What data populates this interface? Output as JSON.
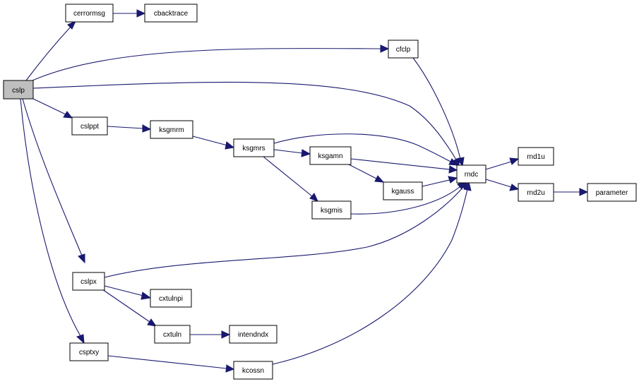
{
  "colors": {
    "edge": "#191970",
    "node_border": "#000000",
    "root_fill": "#bfbfbf",
    "node_fill": "#ffffff"
  },
  "nodes": {
    "cslp": "cslp",
    "cerrormsg": "cerrormsg",
    "cbacktrace": "cbacktrace",
    "cfclp": "cfclp",
    "cslppt": "cslppt",
    "ksgmrm": "ksgmrm",
    "ksgmrs": "ksgmrs",
    "ksgamn": "ksgamn",
    "kgauss": "kgauss",
    "ksgmis": "ksgmis",
    "rndc": "rndc",
    "rnd1u": "rnd1u",
    "rnd2u": "rnd2u",
    "parameter": "parameter",
    "cslpx": "cslpx",
    "cxtulnpi": "cxtulnpi",
    "cxtuln": "cxtuln",
    "intendndx": "intendndx",
    "csptxy": "csptxy",
    "kcossn": "kcossn"
  },
  "edges": [
    [
      "cslp",
      "cerrormsg"
    ],
    [
      "cerrormsg",
      "cbacktrace"
    ],
    [
      "cslp",
      "cfclp"
    ],
    [
      "cslp",
      "rndc"
    ],
    [
      "cslp",
      "cslppt"
    ],
    [
      "cslp",
      "cslpx"
    ],
    [
      "cslp",
      "csptxy"
    ],
    [
      "cfclp",
      "rndc"
    ],
    [
      "cslppt",
      "ksgmrm"
    ],
    [
      "ksgmrm",
      "ksgmrs"
    ],
    [
      "ksgmrs",
      "rndc"
    ],
    [
      "ksgmrs",
      "ksgamn"
    ],
    [
      "ksgmrs",
      "ksgmis"
    ],
    [
      "ksgamn",
      "rndc"
    ],
    [
      "ksgamn",
      "kgauss"
    ],
    [
      "kgauss",
      "rndc"
    ],
    [
      "ksgmis",
      "rndc"
    ],
    [
      "rndc",
      "rnd1u"
    ],
    [
      "rndc",
      "rnd2u"
    ],
    [
      "rnd2u",
      "parameter"
    ],
    [
      "cslpx",
      "rndc"
    ],
    [
      "cslpx",
      "cxtulnpi"
    ],
    [
      "cslpx",
      "cxtuln"
    ],
    [
      "cxtuln",
      "intendndx"
    ],
    [
      "csptxy",
      "kcossn"
    ],
    [
      "kcossn",
      "rndc"
    ]
  ]
}
